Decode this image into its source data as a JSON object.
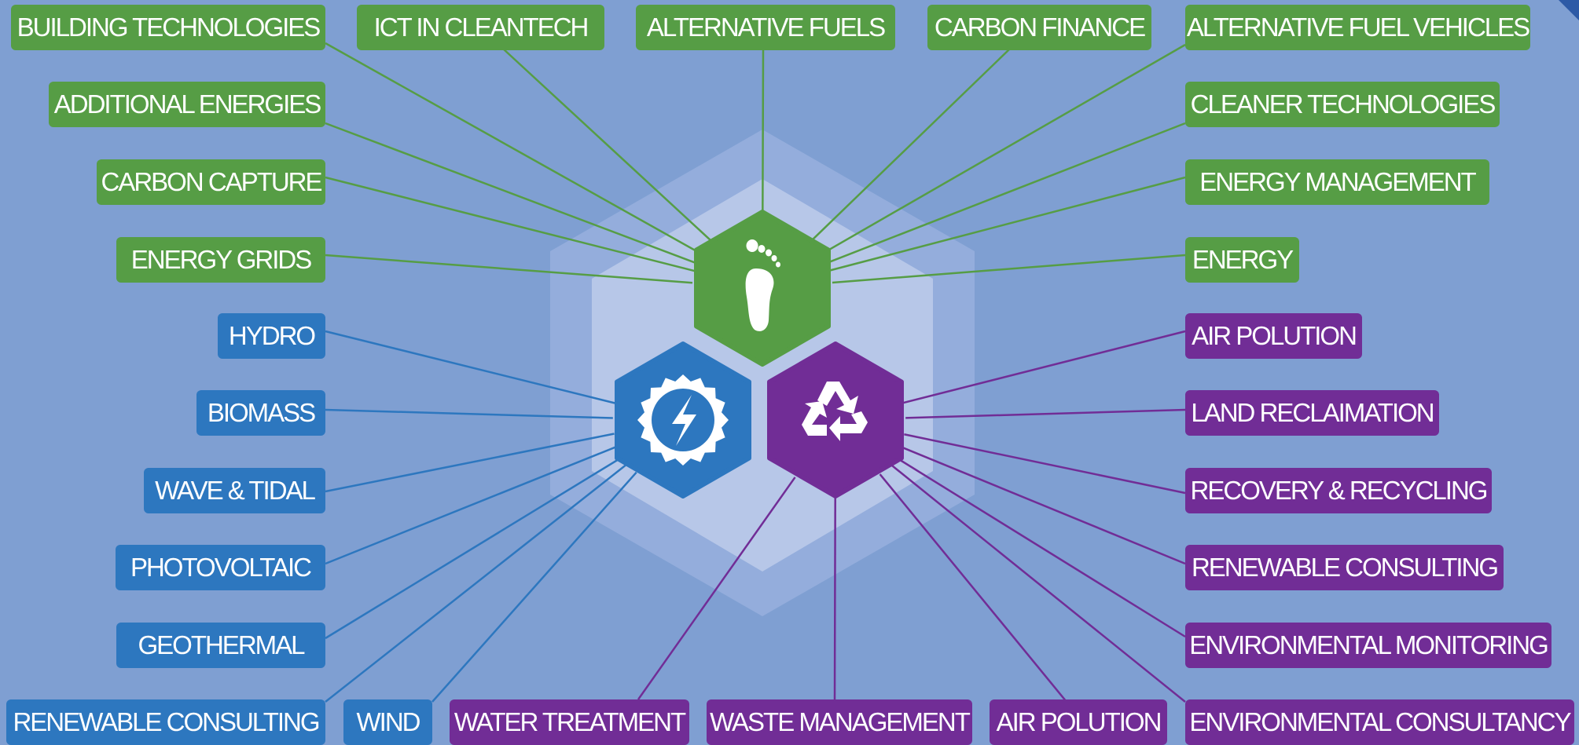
{
  "colors": {
    "background": "#7f9fd2",
    "green": "#569d45",
    "blue": "#2d77bf",
    "purple": "#712d96",
    "hex_outer": "#9cb4e0",
    "hex_inner": "#c3d0ec"
  },
  "icons": {
    "green": "footprint-icon",
    "blue": "energy-bolt-icon",
    "purple": "recycle-icon"
  },
  "groups": {
    "green": [
      "BUILDING TECHNOLOGIES",
      "ICT IN CLEANTECH",
      "ALTERNATIVE FUELS",
      "CARBON FINANCE",
      "ALTERNATIVE FUEL VEHICLES",
      "ADDITIONAL ENERGIES",
      "CLEANER TECHNOLOGIES",
      "CARBON CAPTURE",
      "ENERGY MANAGEMENT",
      "ENERGY GRIDS",
      "ENERGY"
    ],
    "blue": [
      "HYDRO",
      "BIOMASS",
      "WAVE & TIDAL",
      "PHOTOVOLTAIC",
      "GEOTHERMAL",
      "RENEWABLE CONSULTING",
      "WIND"
    ],
    "purple": [
      "AIR POLUTION",
      "LAND RECLAIMATION",
      "RECOVERY & RECYCLING",
      "RENEWABLE CONSULTING",
      "ENVIRONMENTAL MONITORING",
      "WATER TREATMENT",
      "WASTE MANAGEMENT",
      "AIR POLUTION",
      "ENVIRONMENTAL CONSULTANCY"
    ]
  }
}
